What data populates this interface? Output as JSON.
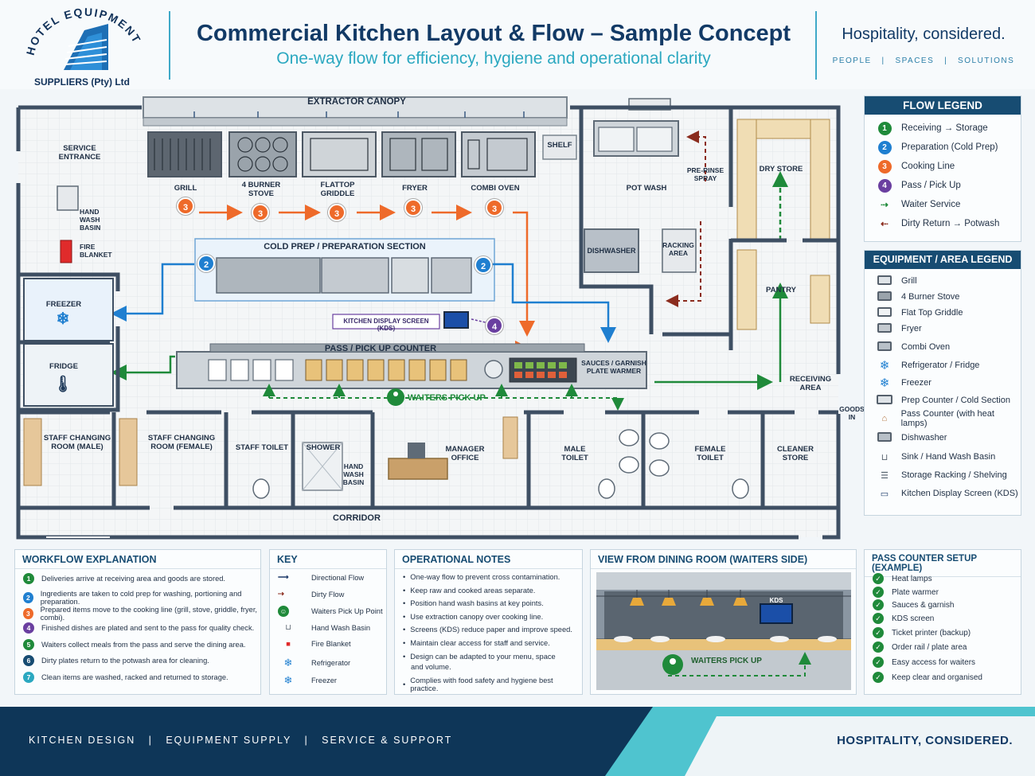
{
  "brand": {
    "logo_arc_text": "HOTEL EQUIPMENT",
    "logo_bottom_text": "SUPPLIERS (Pty) Ltd"
  },
  "header": {
    "title": "Commercial Kitchen Layout & Flow – Sample Concept",
    "subtitle": "One-way flow for efficiency, hygiene and operational clarity",
    "tagline": "Hospitality, considered.",
    "tag_nav": "PEOPLE   |   SPACES   |   SOLUTIONS"
  },
  "plan": {
    "canopy": "EXTRACTOR CANOPY",
    "service_entrance": "SERVICE ENTRANCE",
    "hand_wash": "HAND WASH BASIN",
    "fire_blanket": "FIRE BLANKET",
    "freezer": "FREEZER",
    "fridge": "FRIDGE",
    "grill": "GRILL",
    "stove": "4 BURNER STOVE",
    "griddle": "FLATTOP GRIDDLE",
    "fryer": "FRYER",
    "combi": "COMBI OVEN",
    "shelf": "SHELF",
    "pot_wash": "POT WASH",
    "pre_rinse": "PRE-RINSE SPRAY",
    "dishwasher": "DISHWASHER",
    "racking": "RACKING AREA",
    "dry_store": "DRY STORE",
    "pantry": "PANTRY",
    "cold_prep": "COLD PREP / PREPARATION SECTION",
    "kds": "KITCHEN DISPLAY SCREEN (KDS)",
    "pass": "PASS / PICK UP COUNTER",
    "sauces": "SAUCES / GARNISH PLATE WARMER",
    "waiters_pick_up": "WAITERS PICK UP",
    "receiving": "RECEIVING AREA",
    "goods_in": "GOODS IN",
    "changing_male": "STAFF CHANGING ROOM (MALE)",
    "changing_female": "STAFF CHANGING ROOM (FEMALE)",
    "staff_toilet": "STAFF TOILET",
    "shower": "SHOWER",
    "hand_wash_2": "HAND WASH BASIN",
    "manager": "MANAGER OFFICE",
    "male_toilet": "MALE TOILET",
    "female_toilet": "FEMALE TOILET",
    "cleaner": "CLEANER STORE",
    "corridor": "CORRIDOR",
    "badge3": "3",
    "badge2": "2",
    "badge4": "4"
  },
  "flow_legend": {
    "title": "FLOW LEGEND",
    "items": [
      {
        "num": "1",
        "label": "Receiving → Storage",
        "color": "#1f8a3a"
      },
      {
        "num": "2",
        "label": "Preparation (Cold Prep)",
        "color": "#1f7fd0"
      },
      {
        "num": "3",
        "label": "Cooking Line",
        "color": "#ee6a2a"
      },
      {
        "num": "4",
        "label": "Pass / Pick Up",
        "color": "#6a3fa0"
      },
      {
        "num": "",
        "label": "Waiter Service",
        "color": "#1f8a3a"
      },
      {
        "num": "",
        "label": "Dirty Return → Potwash",
        "color": "#8b2c1e"
      }
    ]
  },
  "equipment_legend": {
    "title": "EQUIPMENT / AREA LEGEND",
    "items": [
      "Grill",
      "4 Burner Stove",
      "Flat Top Griddle",
      "Fryer",
      "Combi Oven",
      "Refrigerator / Fridge",
      "Freezer",
      "Prep Counter / Cold Section",
      "Pass Counter (with heat lamps)",
      "Dishwasher",
      "Sink / Hand Wash Basin",
      "Storage Racking / Shelving",
      "Kitchen Display Screen (KDS)"
    ]
  },
  "workflow": {
    "title": "WORKFLOW EXPLANATION",
    "items": [
      {
        "num": "1",
        "text": "Deliveries arrive at receiving area and goods are stored.",
        "color": "#1f8a3a"
      },
      {
        "num": "2",
        "text": "Ingredients are taken to cold prep for washing, portioning and preparation.",
        "color": "#1f7fd0"
      },
      {
        "num": "3",
        "text": "Prepared items move to the cooking line (grill, stove, griddle, fryer, combi).",
        "color": "#ee6a2a"
      },
      {
        "num": "4",
        "text": "Finished dishes are plated and sent to the pass for quality check.",
        "color": "#6a3fa0"
      },
      {
        "num": "5",
        "text": "Waiters collect meals from the pass and serve the dining area.",
        "color": "#1f8a3a"
      },
      {
        "num": "6",
        "text": "Dirty plates return to the potwash area for cleaning.",
        "color": "#174c72"
      },
      {
        "num": "7",
        "text": "Clean items are washed, racked and returned to storage.",
        "color": "#2ba8c0"
      }
    ]
  },
  "key": {
    "title": "KEY",
    "items": [
      "Directional Flow",
      "Dirty Flow",
      "Waiters Pick Up Point",
      "Hand Wash Basin",
      "Fire Blanket",
      "Refrigerator",
      "Freezer"
    ]
  },
  "notes": {
    "title": "OPERATIONAL NOTES",
    "items": [
      "One-way flow to prevent cross contamination.",
      "Keep raw and cooked areas separate.",
      "Position hand wash basins at key points.",
      "Use extraction canopy over cooking line.",
      "Screens (KDS) reduce paper and improve speed.",
      "Maintain clear access for staff and service.",
      "Design can be adapted to your menu, space",
      "and volume.",
      "Complies with food safety and hygiene best practice."
    ]
  },
  "view": {
    "title": "VIEW FROM DINING ROOM (WAITERS SIDE)",
    "kds": "KDS",
    "pick_up": "WAITERS PICK UP"
  },
  "pass_setup": {
    "title": "PASS COUNTER SETUP (EXAMPLE)",
    "items": [
      "Heat lamps",
      "Plate warmer",
      "Sauces & garnish",
      "KDS screen",
      "Ticket printer (backup)",
      "Order rail / plate area",
      "Easy access for waiters",
      "Keep clear and organised"
    ]
  },
  "footer": {
    "links": "KITCHEN DESIGN   |   EQUIPMENT SUPPLY   |   SERVICE & SUPPORT",
    "right": "HOSPITALITY, CONSIDERED."
  }
}
